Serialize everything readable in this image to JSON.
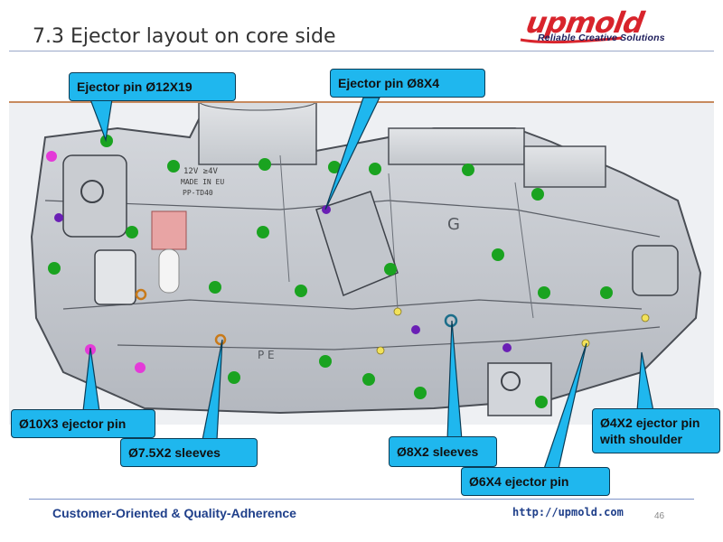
{
  "slide": {
    "title": "7.3 Ejector layout on core side",
    "page_number": "46"
  },
  "logo": {
    "brand": "upmold",
    "tagline": "Reliable Creative Solutions"
  },
  "part_markings": {
    "voltage": "12V ≥4V",
    "made_in": "MADE IN EU",
    "part_code": "PP-TD40",
    "letter_g": "G",
    "letters_pe": "P  E"
  },
  "callouts": [
    {
      "id": "ejector-pin-12x19",
      "label": "Ejector pin Ø12X19"
    },
    {
      "id": "ejector-pin-8x4",
      "label": "Ejector pin Ø8X4"
    },
    {
      "id": "ejector-pin-10x3",
      "label": "Ø10X3 ejector pin"
    },
    {
      "id": "sleeves-7-5x2",
      "label": "Ø7.5X2 sleeves"
    },
    {
      "id": "sleeves-8x2",
      "label": "Ø8X2 sleeves"
    },
    {
      "id": "ejector-pin-6x4",
      "label": "Ø6X4 ejector pin"
    },
    {
      "id": "ejector-pin-4x2-line1",
      "label": "Ø4X2 ejector pin"
    },
    {
      "id": "ejector-pin-4x2-line2",
      "label": "with shoulder"
    }
  ],
  "marker_colors": {
    "green": "#1aa320",
    "purple": "#6a1fb5",
    "magenta": "#e43ad8",
    "yellow": "#f2e25a",
    "orange": "#c87a1a"
  },
  "footer": {
    "tagline": "Customer-Oriented & Quality-Adherence",
    "url": "http://upmold.com"
  }
}
